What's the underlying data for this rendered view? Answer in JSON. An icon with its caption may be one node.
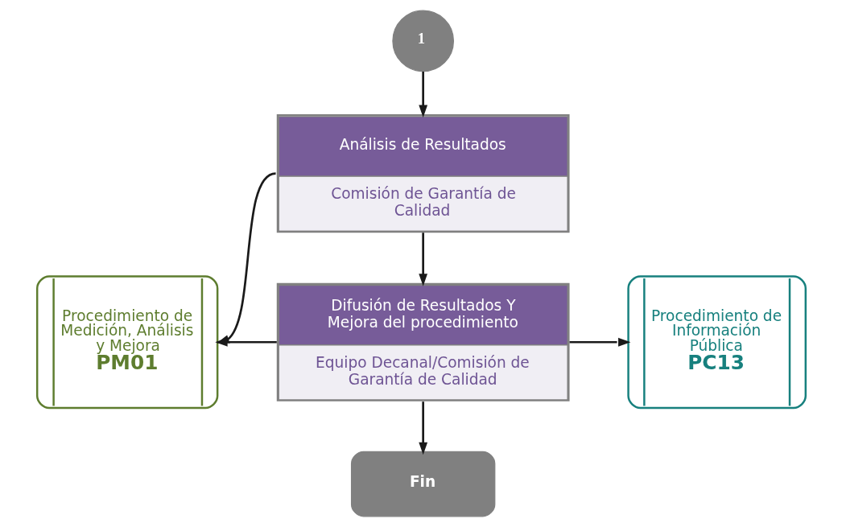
{
  "diagram": {
    "nodes": [
      {
        "text": [
          "1"
        ]
      },
      {
        "text": [
          "Análisis de Resultados",
          "Comisión de Garantía de Calidad"
        ]
      },
      {
        "text": [
          "Procedimiento de Medición, Análisis y Mejora",
          "PM01"
        ]
      },
      {
        "text": [
          "Difusión de Resultados Y Mejora del procedimiento",
          "Equipo Decanal/Comisión de Garantía de Calidad"
        ]
      },
      {
        "text": [
          "Procedimiento de Información Pública",
          "PC13"
        ]
      },
      {
        "text": [
          "Fin"
        ]
      }
    ],
    "edges": [
      {
        "from": 0,
        "to": 1,
        "arrow": "to"
      },
      {
        "from": 1,
        "to": 3,
        "arrow": "to"
      },
      {
        "from": 1,
        "to": 2,
        "arrow": "to"
      },
      {
        "from": 3,
        "to": 2,
        "arrow": "to"
      },
      {
        "from": 3,
        "to": 4,
        "arrow": "to"
      },
      {
        "from": 3,
        "to": 5,
        "arrow": "to"
      }
    ]
  }
}
